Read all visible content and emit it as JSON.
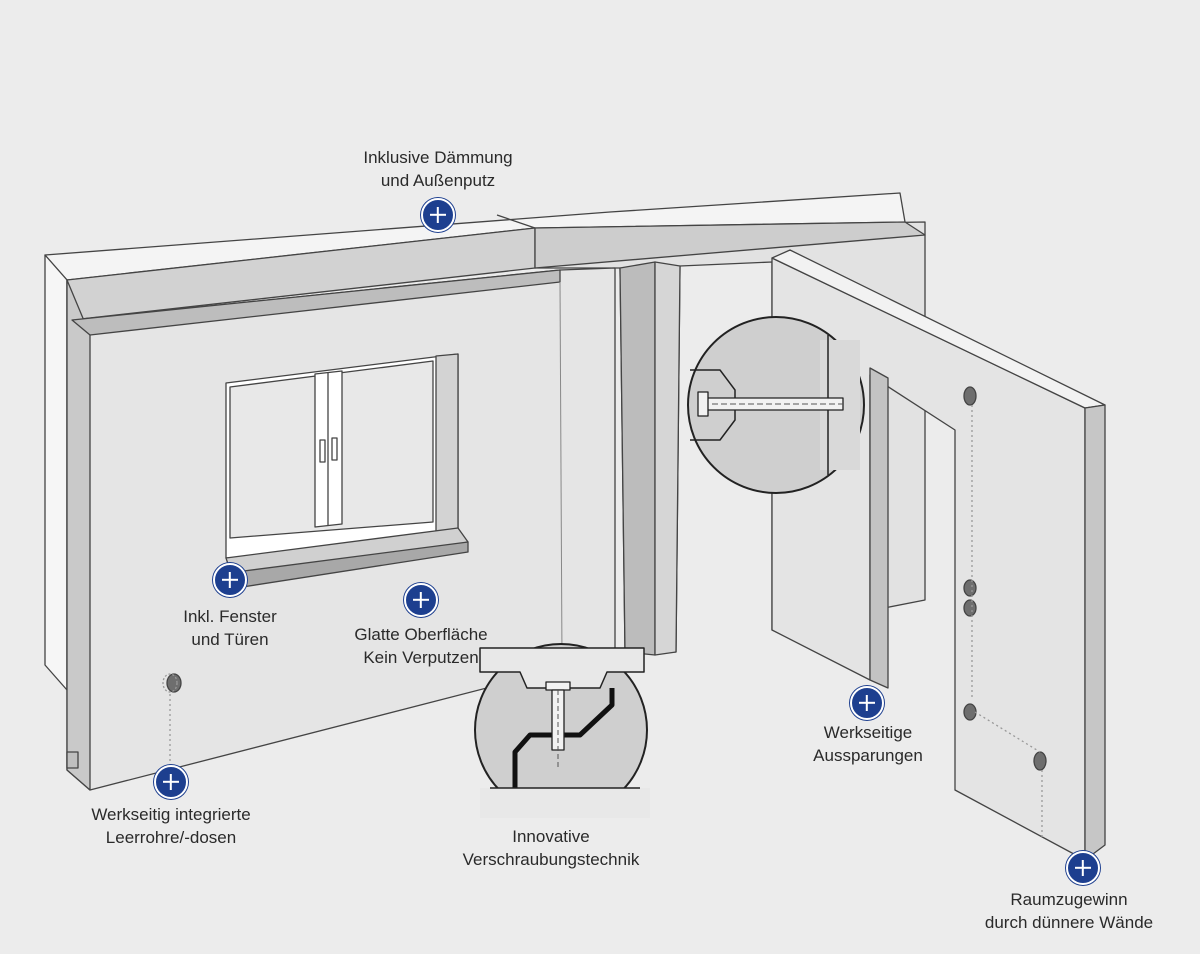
{
  "colors": {
    "background": "#ececec",
    "hotspot_fill": "#1d3f8f",
    "hotspot_plus": "#ffffff",
    "wall_face": "#e3e3e3",
    "wall_side": "#c8c8c8",
    "outline": "#444444"
  },
  "hotspots": [
    {
      "id": "daemmung",
      "icon": "plus-icon",
      "lines": [
        "Inklusive Dämmung",
        "und Außenputz"
      ]
    },
    {
      "id": "fenster",
      "icon": "plus-icon",
      "lines": [
        "Inkl. Fenster",
        "und Türen"
      ]
    },
    {
      "id": "oberflaeche",
      "icon": "plus-icon",
      "lines": [
        "Glatte Oberfläche",
        "Kein Verputzen"
      ]
    },
    {
      "id": "leerrohre",
      "icon": "plus-icon",
      "lines": [
        "Werkseitig integrierte",
        "Leerrohre/-dosen"
      ]
    },
    {
      "id": "verschraubung",
      "icon": "plus-icon",
      "lines": [
        "Innovative",
        "Verschraubungstechnik"
      ]
    },
    {
      "id": "aussparungen",
      "icon": "plus-icon",
      "lines": [
        "Werkseitige",
        "Aussparungen"
      ]
    },
    {
      "id": "raumgewinn",
      "icon": "plus-icon",
      "lines": [
        "Raumzugewinn",
        "durch dünnere Wände"
      ]
    }
  ]
}
